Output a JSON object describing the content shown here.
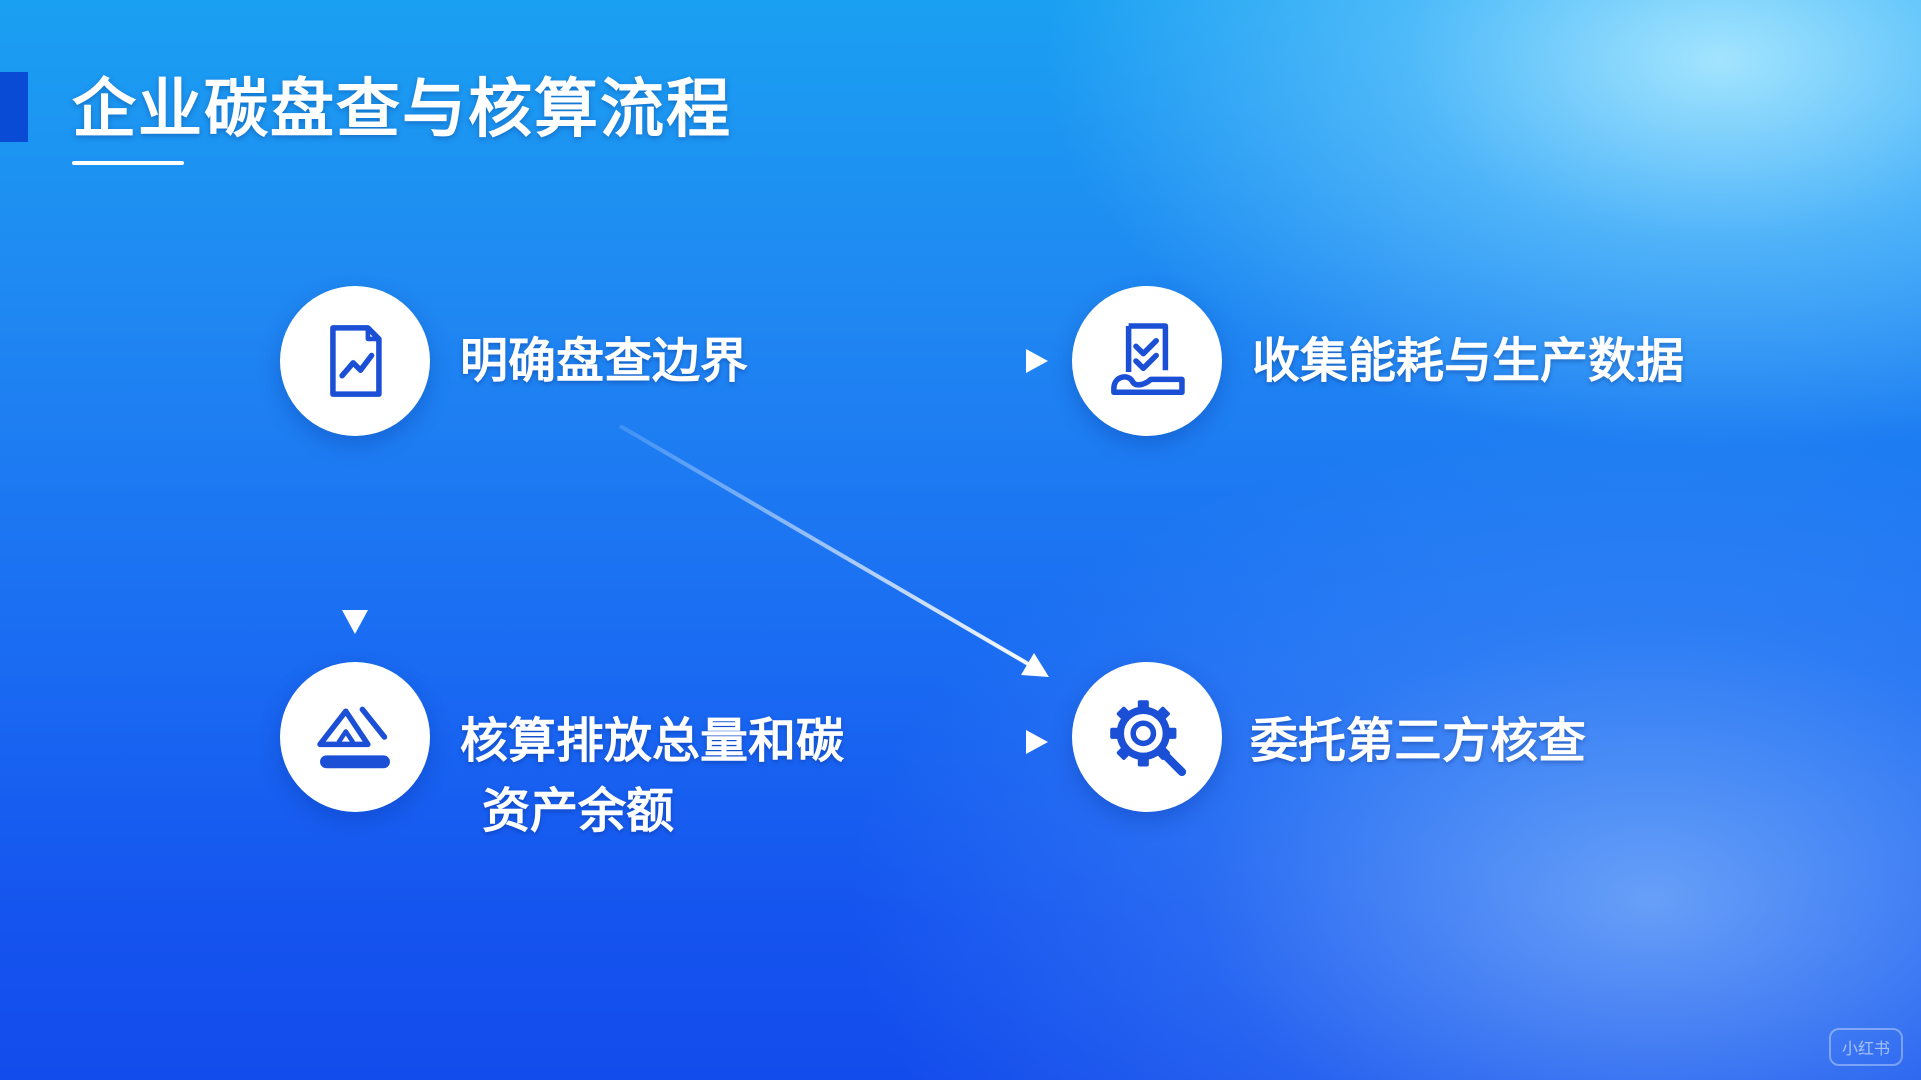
{
  "title": "企业碳盘查与核算流程",
  "nodes": {
    "boundary": {
      "label": "明确盘查边界",
      "icon": "document-chart-icon"
    },
    "collect": {
      "label": "收集能耗与生产数据",
      "icon": "checklist-document-icon"
    },
    "accounting": {
      "line1": "核算排放总量和碳",
      "line2": "资产余额",
      "icon": "mountain-balance-icon"
    },
    "verify": {
      "label": "委托第三方核查",
      "icon": "gear-search-icon"
    }
  },
  "watermark": "小红书",
  "colors": {
    "icon_blue": "#1a4fd6",
    "arrow": "#ffffff"
  }
}
